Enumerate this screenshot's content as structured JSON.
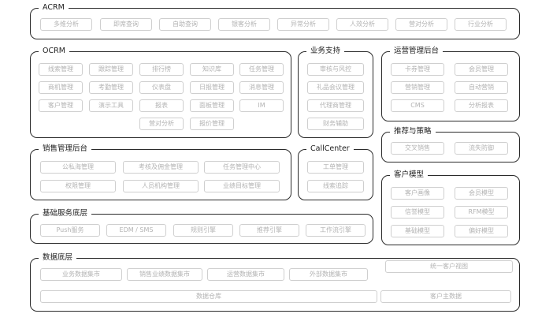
{
  "acrm": {
    "title": "ACRM",
    "items": [
      "多维分析",
      "即席查询",
      "自助查询",
      "银客分析",
      "异常分析",
      "人效分析",
      "营对分析",
      "行业分析"
    ]
  },
  "ocrm": {
    "title": "OCRM",
    "items": [
      "线索管理",
      "跟踪管理",
      "排行榜",
      "知识库",
      "任务管理",
      "商机管理",
      "考勤管理",
      "仪表盘",
      "日报管理",
      "消息管理",
      "客户管理",
      "演示工具",
      "报表",
      "面板管理",
      "IM",
      "营对分析",
      "报价管理"
    ]
  },
  "business_support": {
    "title": "业务支持",
    "items": [
      "审核与风控",
      "礼品会议管理",
      "代理商管理",
      "财务辅助"
    ]
  },
  "ops_admin": {
    "title": "运营管理后台",
    "items": [
      "卡券管理",
      "会员管理",
      "营销管理",
      "自动营销",
      "CMS",
      "分析报表"
    ]
  },
  "recommend": {
    "title": "推荐与策略",
    "items": [
      "交叉销售",
      "流失防御"
    ]
  },
  "sales_admin": {
    "title": "销售管理后台",
    "items": [
      "公私海管理",
      "考核及佣金管理",
      "任务管理中心",
      "权限管理",
      "人员机构管理",
      "业绩目标管理"
    ]
  },
  "callcenter": {
    "title": "CallCenter",
    "items": [
      "工单管理",
      "线索追踪"
    ]
  },
  "customer_model": {
    "title": "客户模型",
    "items": [
      "客户画像",
      "会员模型",
      "信誉模型",
      "RFM模型",
      "基础模型",
      "偏好模型"
    ]
  },
  "base_service": {
    "title": "基础服务底层",
    "items": [
      "Push服务",
      "EDM / SMS",
      "规则引擎",
      "推荐引擎",
      "工作流引擎"
    ]
  },
  "data_layer": {
    "title": "数据底层",
    "items": [
      "业务数据集市",
      "销售业绩数据集市",
      "运营数据集市",
      "外部数据集市"
    ],
    "warehouse": "数据仓库",
    "master_data": "客户主数据"
  },
  "single_view": "统一客户视图"
}
